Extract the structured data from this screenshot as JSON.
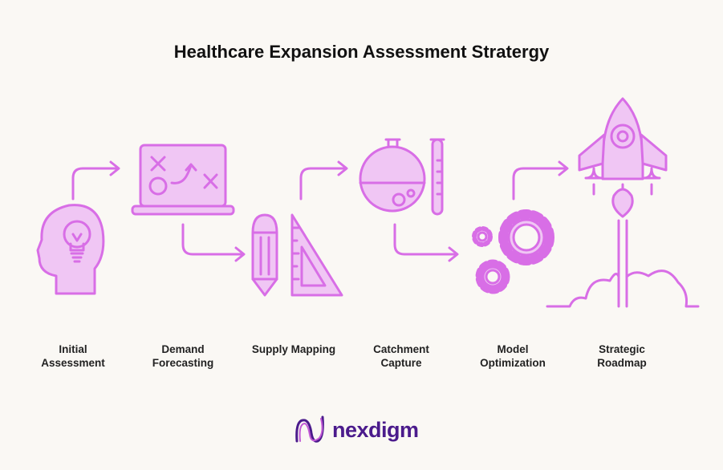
{
  "title": "Healthcare Expansion Assessment Stratergy",
  "steps": [
    {
      "label_line1": "Initial",
      "label_line2": "Assessment",
      "icon": "head-lightbulb-icon"
    },
    {
      "label_line1": "Demand",
      "label_line2": "Forecasting",
      "icon": "strategy-board-icon"
    },
    {
      "label_line1": "Supply Mapping",
      "label_line2": "",
      "icon": "pencil-ruler-icon"
    },
    {
      "label_line1": "Catchment",
      "label_line2": "Capture",
      "icon": "flask-test-tube-icon"
    },
    {
      "label_line1": "Model",
      "label_line2": "Optimization",
      "icon": "gears-icon"
    },
    {
      "label_line1": "Strategic",
      "label_line2": "Roadmap",
      "icon": "rocket-icon"
    }
  ],
  "brand": {
    "name": "nexdigm"
  },
  "colors": {
    "accent": "#d86ee6",
    "fill": "#f0c6f4",
    "title": "#111111",
    "brand": "#4b1b8c"
  }
}
